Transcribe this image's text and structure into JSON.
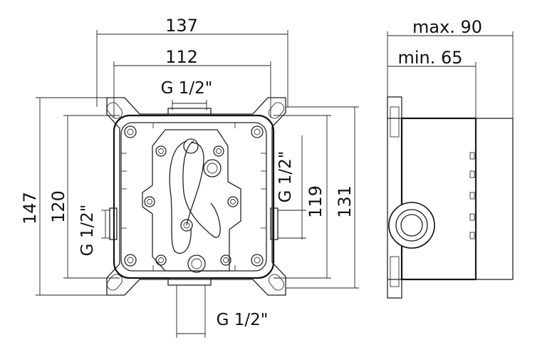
{
  "front_view": {
    "width_overall": "137",
    "width_inner": "112",
    "top_outlet": "G 1/2\"",
    "height_overall": "147",
    "height_inner": "120",
    "left_outlet": "G 1/2\"",
    "right_outlet": "G 1/2\"",
    "height_119": "119",
    "height_131": "131",
    "bottom_outlet": "G 1/2\""
  },
  "side_view": {
    "depth_max": "max. 90",
    "depth_min": "min. 65"
  },
  "colors": {
    "line": "#222222",
    "background": "#ffffff"
  }
}
